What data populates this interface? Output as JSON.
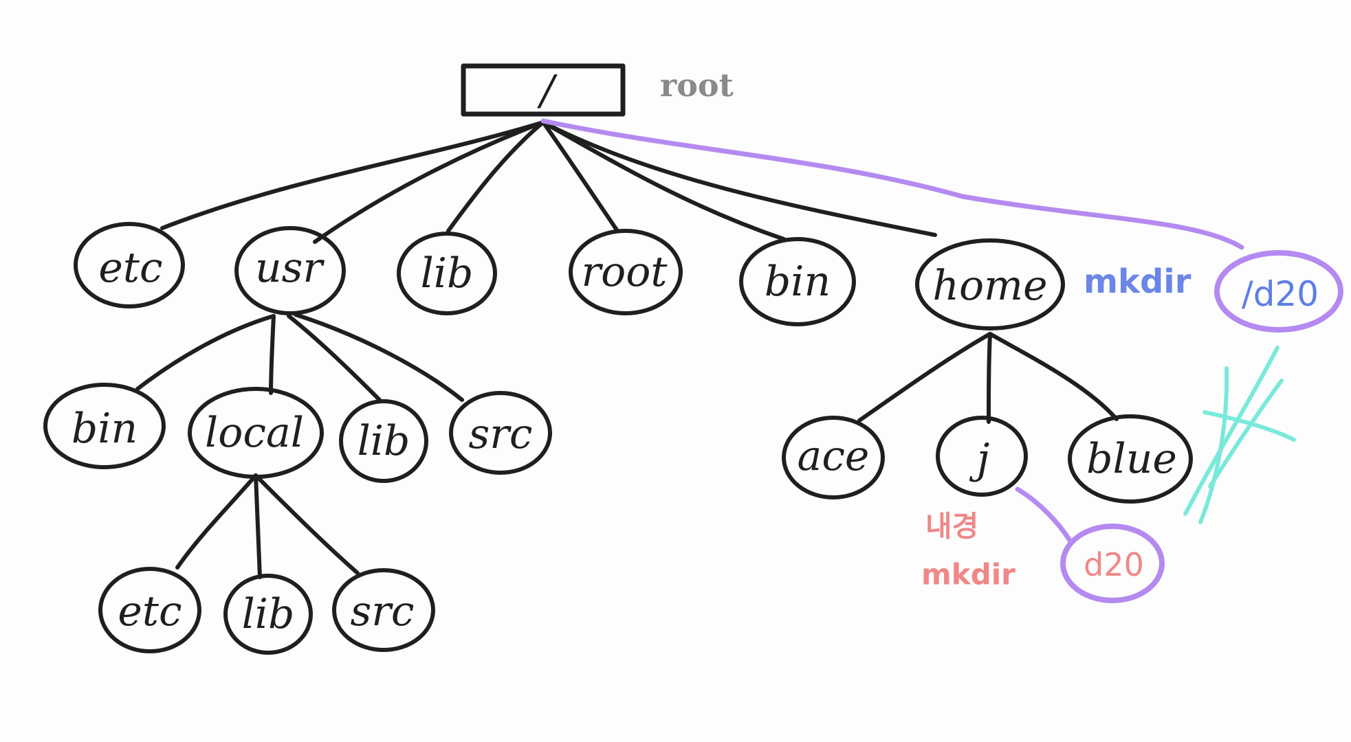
{
  "colors": {
    "ink": "#1f1f1f",
    "root_note": "#8a8a8a",
    "purple": "#b48af0",
    "blue": "#6b86e6",
    "red": "#f08787",
    "teal": "#63e6d4"
  },
  "root": {
    "label": "/",
    "note": "root"
  },
  "level1": {
    "etc": "etc",
    "usr": "usr",
    "lib": "lib",
    "root": "root",
    "bin": "bin",
    "home": "home"
  },
  "usr_children": {
    "bin": "bin",
    "local": "local",
    "lib": "lib",
    "src": "src"
  },
  "local_children": {
    "etc": "etc",
    "lib": "lib",
    "src": "src"
  },
  "home_children": {
    "ace": "ace",
    "j": "j",
    "blue": "blue"
  },
  "annotations": {
    "absolute_cmd": "mkdir",
    "absolute_path": "/d20",
    "relative_note": "내경",
    "relative_cmd": "mkdir",
    "relative_path": "d20"
  }
}
